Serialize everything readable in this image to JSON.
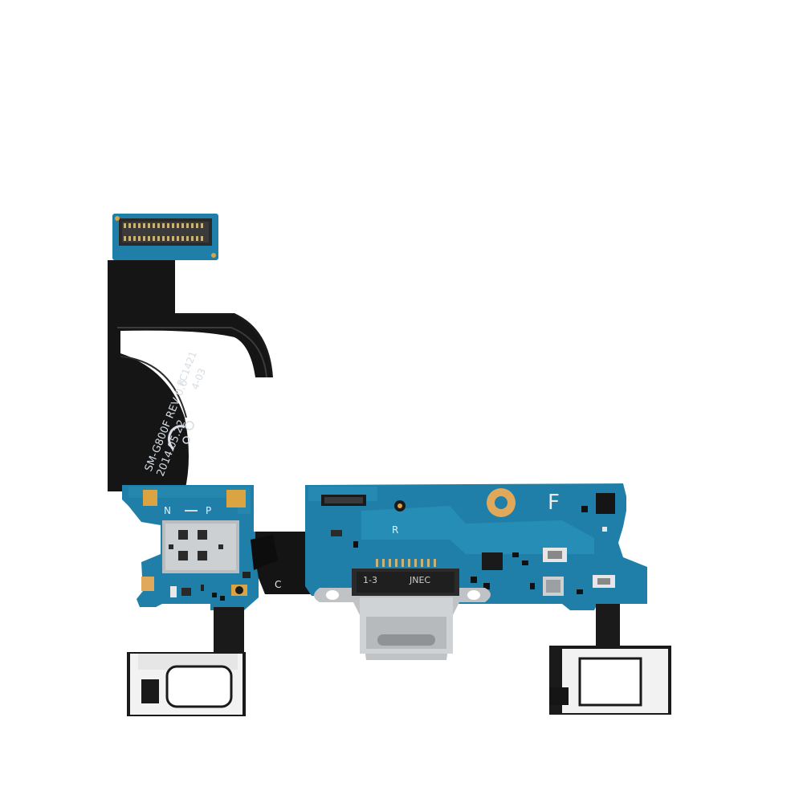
{
  "product_photo": {
    "subject": "charging port flex cable board",
    "colors": {
      "background": "#ffffff",
      "board_blue": "#1f7fa8",
      "board_blue_dark": "#16627f",
      "flex_black": "#1a1a1a",
      "connector_metal": "#bfc3c6",
      "gold_pad": "#d9a441",
      "sticker_white": "#f2f2f2"
    },
    "flex_labels": {
      "model": "SM-G800F REV 0.6",
      "date": "2014.05.22",
      "code": "FC1421",
      "batch": "4-03"
    },
    "board_labels": {
      "n": "N",
      "p": "P",
      "r": "R",
      "c": "C",
      "f": "F",
      "port_left": "1-3",
      "port_right": "JNEC"
    }
  }
}
